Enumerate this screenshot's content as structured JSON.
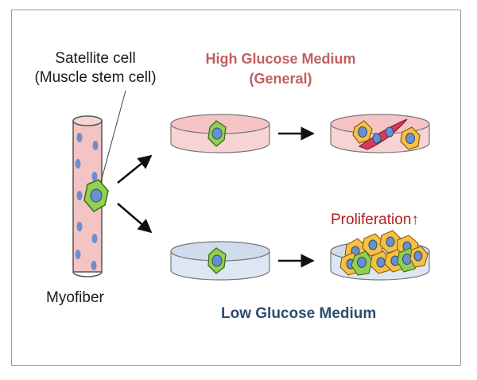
{
  "satellite_cell": {
    "line1": "Satellite cell",
    "line2": "(Muscle stem cell)"
  },
  "high_glucose": {
    "line1": "High Glucose Medium",
    "line2": "(General)"
  },
  "myofiber_label": "Myofiber",
  "proliferation": {
    "text": "Proliferation",
    "arrow": "↑"
  },
  "low_glucose_label": "Low Glucose Medium",
  "colors": {
    "myofiber_fill": "#f4c3c3",
    "nucleus_blue": "#6a8fd0",
    "cell_green": "#92d050",
    "cell_yellow": "#f5c142",
    "myotube_red": "#dd3a5a",
    "dish_pink": "#f8d3d3",
    "dish_blue": "#dce7f3",
    "high_glucose_text": "#c06060",
    "low_glucose_text": "#2e4d6e",
    "proliferation_text": "#b02020"
  }
}
